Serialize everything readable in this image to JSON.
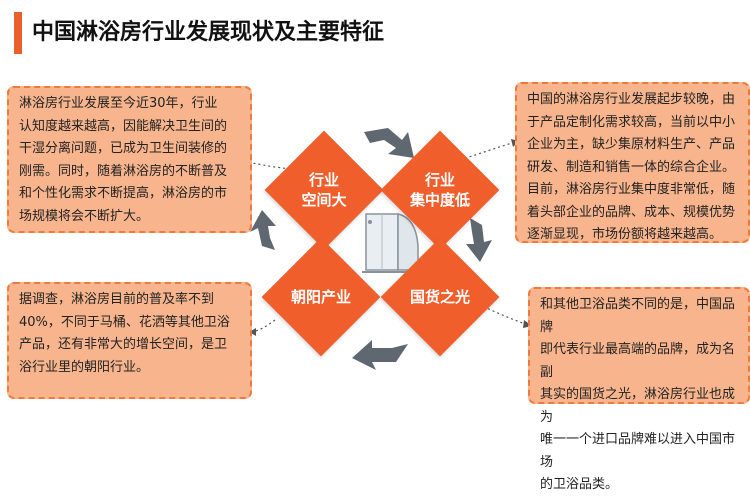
{
  "title": "中国淋浴房行业发展现状及主要特征",
  "center_image": "shower-enclosure",
  "colors": {
    "accent": "#ef5e2b",
    "box_fill": "#f8b58d",
    "arrow": "#5f6770"
  },
  "nodes": {
    "top_left": {
      "line1": "行业",
      "line2": "空间大"
    },
    "top_right": {
      "line1": "行业",
      "line2": "集中度低"
    },
    "bottom_left": {
      "label": "朝阳产业"
    },
    "bottom_right": {
      "label": "国货之光"
    }
  },
  "boxes": {
    "top_left": [
      "淋浴房行业发展至今近30年，行业",
      "认知度越来越高，因能解决卫生间的",
      "干湿分离问题，已成为卫生间装修的",
      "刚需。同时，随着淋浴房的不断普及",
      "和个性化需求不断提高，淋浴房的市",
      "场规模将会不断扩大。"
    ],
    "top_right": [
      "中国的淋浴房行业发展起步较晚，由",
      "于产品定制化需求较高，当前以中小",
      "企业为主，缺少集原材料生产、产品",
      "研发、制造和销售一体的综合企业。",
      "目前，淋浴房行业集中度非常低，随",
      "着头部企业的品牌、成本、规模优势",
      "逐渐显现，市场份额将越来越高。"
    ],
    "bottom_left": [
      "据调查，淋浴房目前的普及率不到",
      "40%，不同于马桶、花洒等其他卫浴",
      "产品，还有非常大的增长空间，是卫",
      "浴行业里的朝阳行业。"
    ],
    "bottom_right": [
      "和其他卫浴品类不同的是，中国品牌",
      "即代表行业最高端的品牌，成为名副",
      "其实的国货之光，淋浴房行业也成为",
      "唯一一个进口品牌难以进入中国市场",
      "的卫浴品类。"
    ]
  }
}
